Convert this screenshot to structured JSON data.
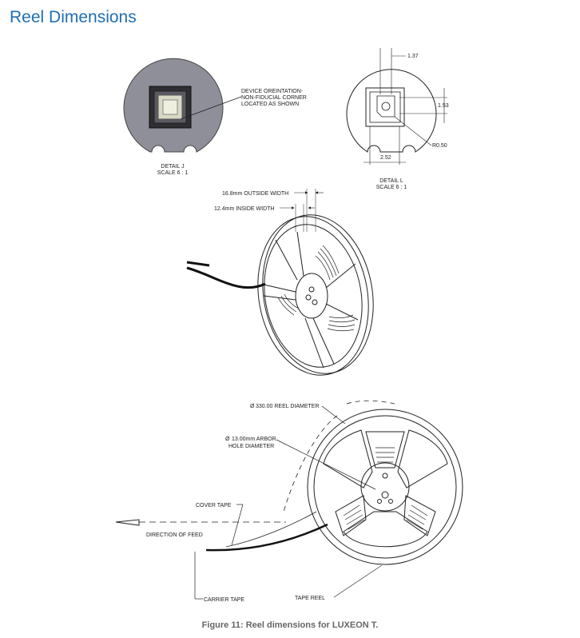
{
  "page": {
    "title": "Reel Dimensions",
    "caption": "Figure 11: Reel dimensions for LUXEON T."
  },
  "detail_j": {
    "label_line1": "DETAIL J",
    "label_line2": "SCALE 6 : 1",
    "note_line1": "DEVICE OREINTATION-",
    "note_line2": "NON-FIDUCIAL CORNER",
    "note_line3": "LOCATED AS SHOWN"
  },
  "detail_l": {
    "label_line1": "DETAIL L",
    "label_line2": "SCALE 6 : 1",
    "dim_top": "1.37",
    "dim_right": "1.53",
    "dim_radius": "R0.50",
    "dim_bottom": "2.52"
  },
  "reel_side": {
    "outside_width": "16.8mm OUTSIDE WIDTH",
    "inside_width": "12.4mm INSIDE WIDTH"
  },
  "reel_front": {
    "reel_diameter": "330.00 REEL DIAMETER",
    "arbor_line1": "13.00mm ARBOR",
    "arbor_line2": "HOLE DIAMETER",
    "cover_tape": "COVER TAPE",
    "direction": "DIRECTION OF FEED",
    "carrier_tape": "CARRIER TAPE",
    "tape_reel": "TAPE REEL"
  },
  "colors": {
    "title": "#1f6fb2",
    "detail_bg": "#8f8f9a",
    "line": "#222222"
  }
}
